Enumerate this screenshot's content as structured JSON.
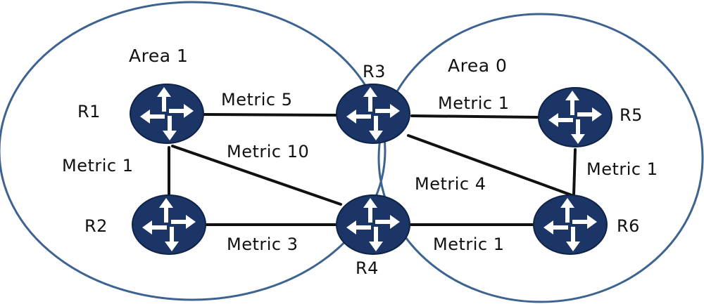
{
  "areas": [
    {
      "id": "area1",
      "label": "Area 1"
    },
    {
      "id": "area0",
      "label": "Area 0"
    }
  ],
  "routers": [
    {
      "id": "R1",
      "label": "R1"
    },
    {
      "id": "R2",
      "label": "R2"
    },
    {
      "id": "R3",
      "label": "R3"
    },
    {
      "id": "R4",
      "label": "R4"
    },
    {
      "id": "R5",
      "label": "R5"
    },
    {
      "id": "R6",
      "label": "R6"
    }
  ],
  "links": [
    {
      "from": "R1",
      "to": "R3",
      "label": "Metric 5"
    },
    {
      "from": "R1",
      "to": "R2",
      "label": "Metric 1"
    },
    {
      "from": "R1",
      "to": "R4",
      "label": "Metric 10"
    },
    {
      "from": "R2",
      "to": "R4",
      "label": "Metric 3"
    },
    {
      "from": "R3",
      "to": "R5",
      "label": "Metric 1"
    },
    {
      "from": "R3",
      "to": "R6",
      "label": "Metric 4"
    },
    {
      "from": "R5",
      "to": "R6",
      "label": "Metric 1"
    },
    {
      "from": "R4",
      "to": "R6",
      "label": "Metric 1"
    }
  ],
  "colors": {
    "router_fill": "#1b3566",
    "router_arrow": "#ffffff",
    "area_border": "#3d6390",
    "link": "#111111",
    "text": "#111111"
  },
  "icons": {
    "router": "router-icon"
  }
}
